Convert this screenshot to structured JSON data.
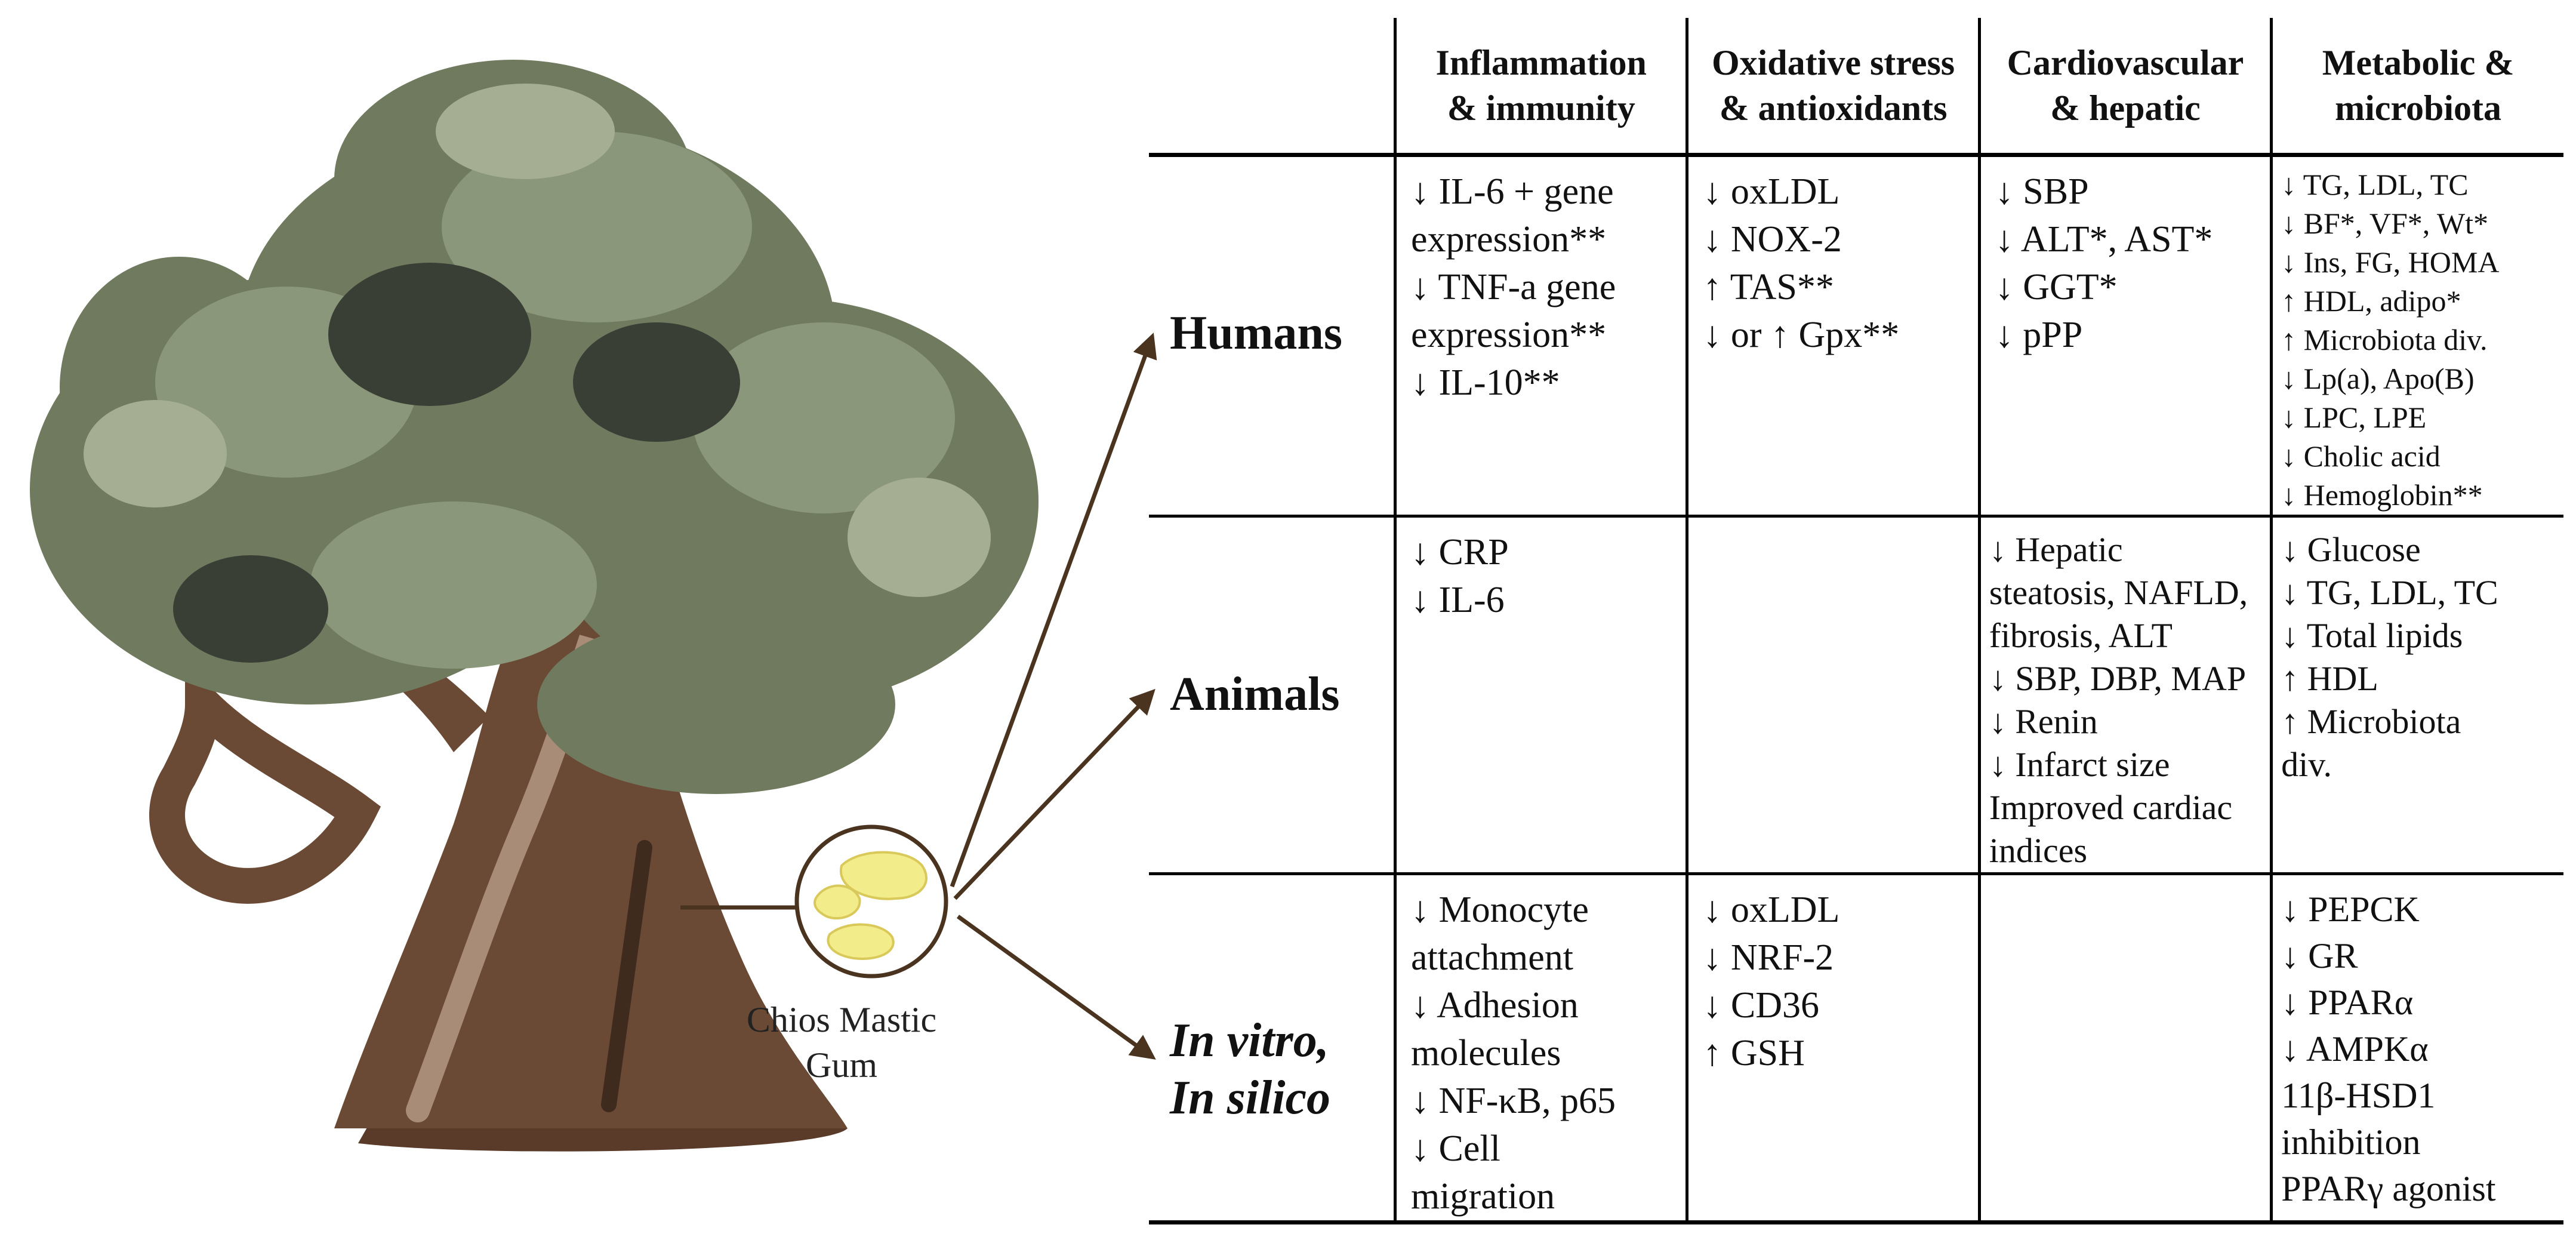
{
  "caption": [
    "Chios Mastic",
    "Gum"
  ],
  "headers": [
    [
      "Inflammation",
      "& immunity"
    ],
    [
      "Oxidative stress",
      "& antioxidants"
    ],
    [
      "Cardiovascular",
      "& hepatic"
    ],
    [
      "Metabolic &",
      "microbiota"
    ]
  ],
  "row_labels": {
    "humans": "Humans",
    "animals": "Animals",
    "invitro": [
      "In vitro,",
      "In silico"
    ]
  },
  "cells": {
    "humans": [
      [
        "↓ IL-6 + gene",
        "expression**",
        "↓ TNF-a gene",
        "expression**",
        "↓ IL-10**"
      ],
      [
        "↓ oxLDL",
        "↓ NOX-2",
        "↑ TAS**",
        "↓ or ↑ Gpx**"
      ],
      [
        "↓ SBP",
        "↓ ALT*, AST*",
        "↓ GGT*",
        "↓ pPP"
      ],
      [
        "↓ TG, LDL, TC",
        "↓ BF*, VF*, Wt*",
        "↓ Ins, FG, HOMA",
        "↑ HDL, adipo*",
        "↑ Microbiota div.",
        "↓ Lp(a), Apo(B)",
        "↓ LPC, LPE",
        "↓ Cholic acid",
        "↓ Hemoglobin**"
      ]
    ],
    "animals": [
      [
        "↓ CRP",
        "↓ IL-6"
      ],
      [],
      [
        "↓ Hepatic",
        "steatosis, NAFLD,",
        "fibrosis, ALT",
        "↓ SBP, DBP, MAP",
        "↓ Renin",
        "↓ Infarct size",
        "Improved cardiac",
        "indices"
      ],
      [
        "↓ Glucose",
        "↓ TG, LDL, TC",
        "↓ Total lipids",
        "↑ HDL",
        "↑ Microbiota",
        "div."
      ]
    ],
    "invitro": [
      [
        "↓ Monocyte",
        "attachment",
        "↓ Adhesion",
        "molecules",
        "↓ NF-κB, p65",
        "↓ Cell",
        "migration"
      ],
      [
        "↓ oxLDL",
        "↓ NRF-2",
        "↓ CD36",
        "↑ GSH"
      ],
      [],
      [
        "↓ PEPCK",
        "↓ GR",
        "↓ PPARα",
        "↓ AMPKα",
        "11β-HSD1",
        "inhibition",
        "PPARγ agonist"
      ]
    ]
  },
  "colors": {
    "trunk": "#6b4a35",
    "foliage": "#6f7a5e",
    "arrow": "#4a3420",
    "gum": "#f3ec8a"
  }
}
